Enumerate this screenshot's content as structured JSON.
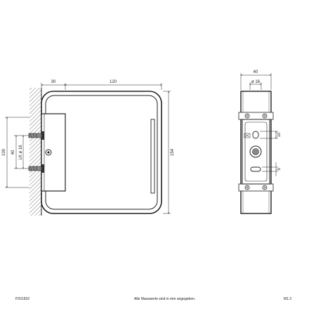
{
  "drawing": {
    "side_view": {
      "dim_offset": "30",
      "dim_width": "120",
      "dim_height": "154",
      "dim_mount_span": "100",
      "dim_mount_inner": "40",
      "dim_bore": "LK ø 16"
    },
    "rear_view": {
      "dim_width": "40",
      "dim_bore": "ø 16",
      "dim_slot_upper": "10",
      "dim_slot_lower": "5"
    }
  },
  "footer": {
    "code": "P201502",
    "note": "Alle Masswerte sind in mm angegeben.",
    "scale": "M1:2"
  }
}
